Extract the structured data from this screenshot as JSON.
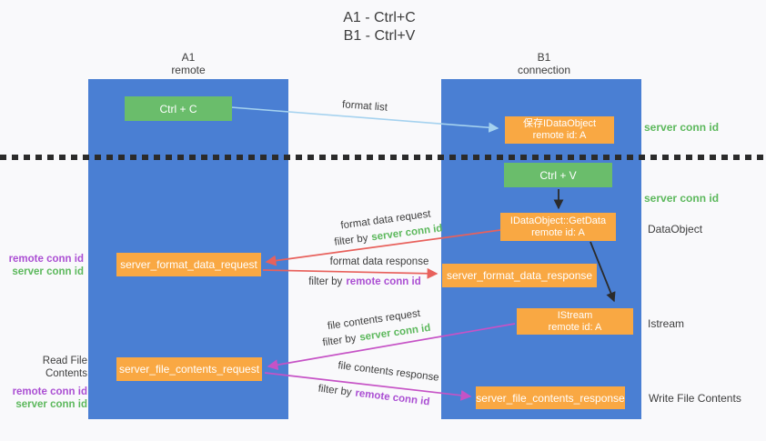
{
  "title": {
    "line1": "A1 - Ctrl+C",
    "line2": "B1 - Ctrl+V"
  },
  "columns": {
    "a": {
      "name": "A1",
      "role": "remote"
    },
    "b": {
      "name": "B1",
      "role": "connection"
    }
  },
  "nodes": {
    "ctrl_c": {
      "label": "Ctrl + C"
    },
    "save_dataobject": {
      "line1": "保存IDataObject",
      "line2": "remote id: A"
    },
    "ctrl_v": {
      "label": "Ctrl + V"
    },
    "getdata": {
      "line1": "IDataObject::GetData",
      "line2": "remote id: A"
    },
    "format_request": {
      "label": "server_format_data_request"
    },
    "format_response": {
      "label": "server_format_data_response"
    },
    "istream": {
      "line1": "IStream",
      "line2": "remote id: A"
    },
    "file_request": {
      "label": "server_file_contents_request"
    },
    "file_response": {
      "label": "server_file_contents_response"
    }
  },
  "arrows": {
    "format_list": {
      "label": "format list"
    },
    "format_data_request": {
      "label": "format data request",
      "filter_prefix": "filter by",
      "filter_key": "server conn id"
    },
    "format_data_response": {
      "label": "format data response",
      "filter_prefix": "filter by",
      "filter_key": "remote conn id"
    },
    "file_contents_request": {
      "label": "file contents request",
      "filter_prefix": "filter by",
      "filter_key": "server conn id"
    },
    "file_contents_response": {
      "label": "file contents response",
      "filter_prefix": "filter by",
      "filter_key": "remote conn id"
    }
  },
  "side_labels": {
    "server_conn_id_top": "server conn id",
    "server_conn_id_mid": "server conn id",
    "dataobject": "DataObject",
    "istream": "Istream",
    "write_file_contents": "Write File Contents",
    "read_file_contents": "Read File Contents",
    "format_remote_conn_id": "remote conn id",
    "format_server_conn_id": "server conn id",
    "file_remote_conn_id": "remote conn id",
    "file_server_conn_id": "server conn id"
  },
  "colors": {
    "background": "#f9f9fb",
    "column_blue": "#4a7fd3",
    "node_green": "#6abd6b",
    "node_orange": "#f9a843",
    "arrow_lightblue": "#a5d2ef",
    "arrow_red": "#e8615c",
    "arrow_magenta": "#c653c6",
    "arrow_black": "#2b2b2b",
    "text_green": "#5cb85c",
    "text_purple": "#ab4fd3",
    "text_dark": "#3d3d3d"
  }
}
